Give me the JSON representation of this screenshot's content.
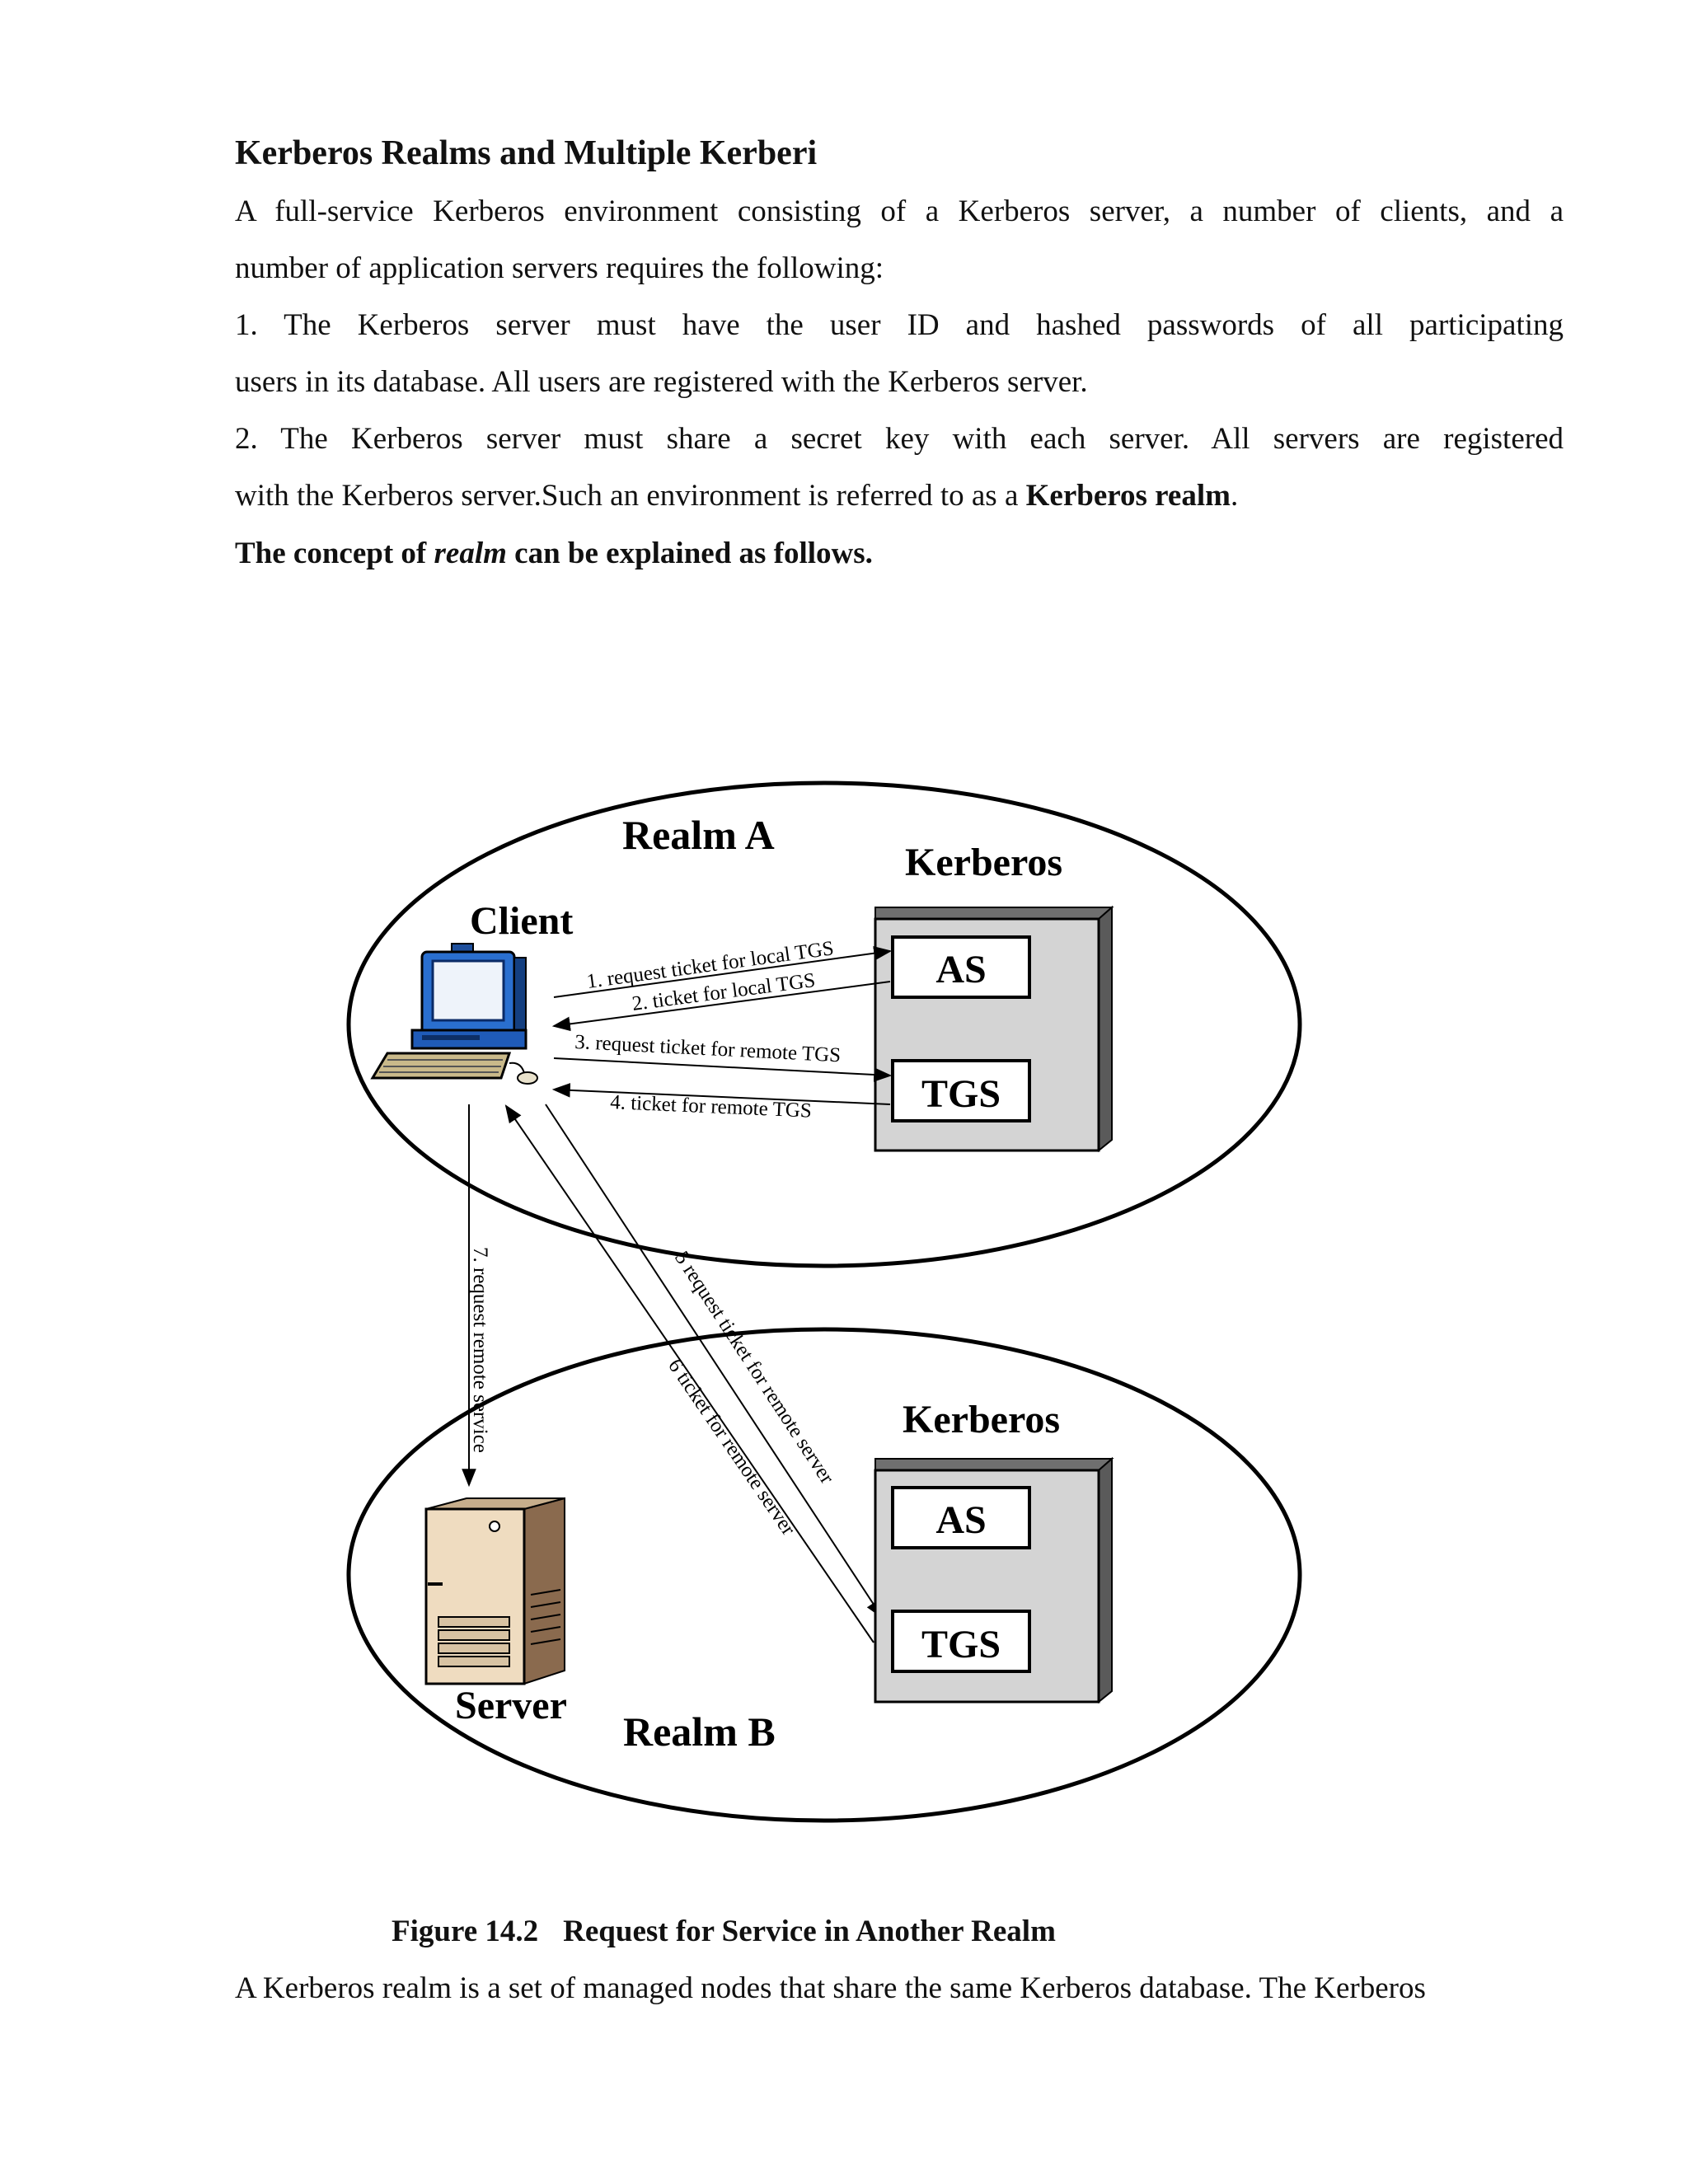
{
  "heading": "Kerberos Realms and Multiple Kerberi",
  "intro": {
    "line1": "A full-service Kerberos environment consisting of a Kerberos server, a number of clients, and a",
    "line2": "number of application servers requires the following:"
  },
  "items": [
    {
      "line1": "1. The Kerberos server must have the user ID and hashed passwords of all participating",
      "line2": "users in its database. All users are registered with the Kerberos server."
    },
    {
      "line1": "2. The Kerberos server must share a secret key with each server. All servers are registered",
      "line2_prefix": "with the Kerberos server.Such an environment is referred to as a ",
      "line2_bold": "Kerberos realm",
      "line2_suffix": "."
    }
  ],
  "concept": {
    "prefix": "The concept of ",
    "italic": "realm",
    "suffix": " can be explained as follows."
  },
  "figure": {
    "realm_a": "Realm A",
    "realm_b": "Realm B",
    "kerberos_a": "Kerberos",
    "kerberos_b": "Kerberos",
    "client": "Client",
    "server": "Server",
    "as_a": "AS",
    "tgs_a": "TGS",
    "as_b": "AS",
    "tgs_b": "TGS",
    "arrows": {
      "a1": "1. request ticket for local TGS",
      "a2": "2. ticket for local TGS",
      "a3": "3. request ticket for remote TGS",
      "a4": "4. ticket for remote TGS",
      "a5": "5 request ticket for remote server",
      "a6": "6 ticket for remote server",
      "a7": "7. request remote service"
    }
  },
  "caption": {
    "number": "Figure 14.2",
    "title": "Request for Service in Another Realm"
  },
  "closing": "A Kerberos realm is a set of managed nodes that share the same Kerberos database. The Kerberos"
}
